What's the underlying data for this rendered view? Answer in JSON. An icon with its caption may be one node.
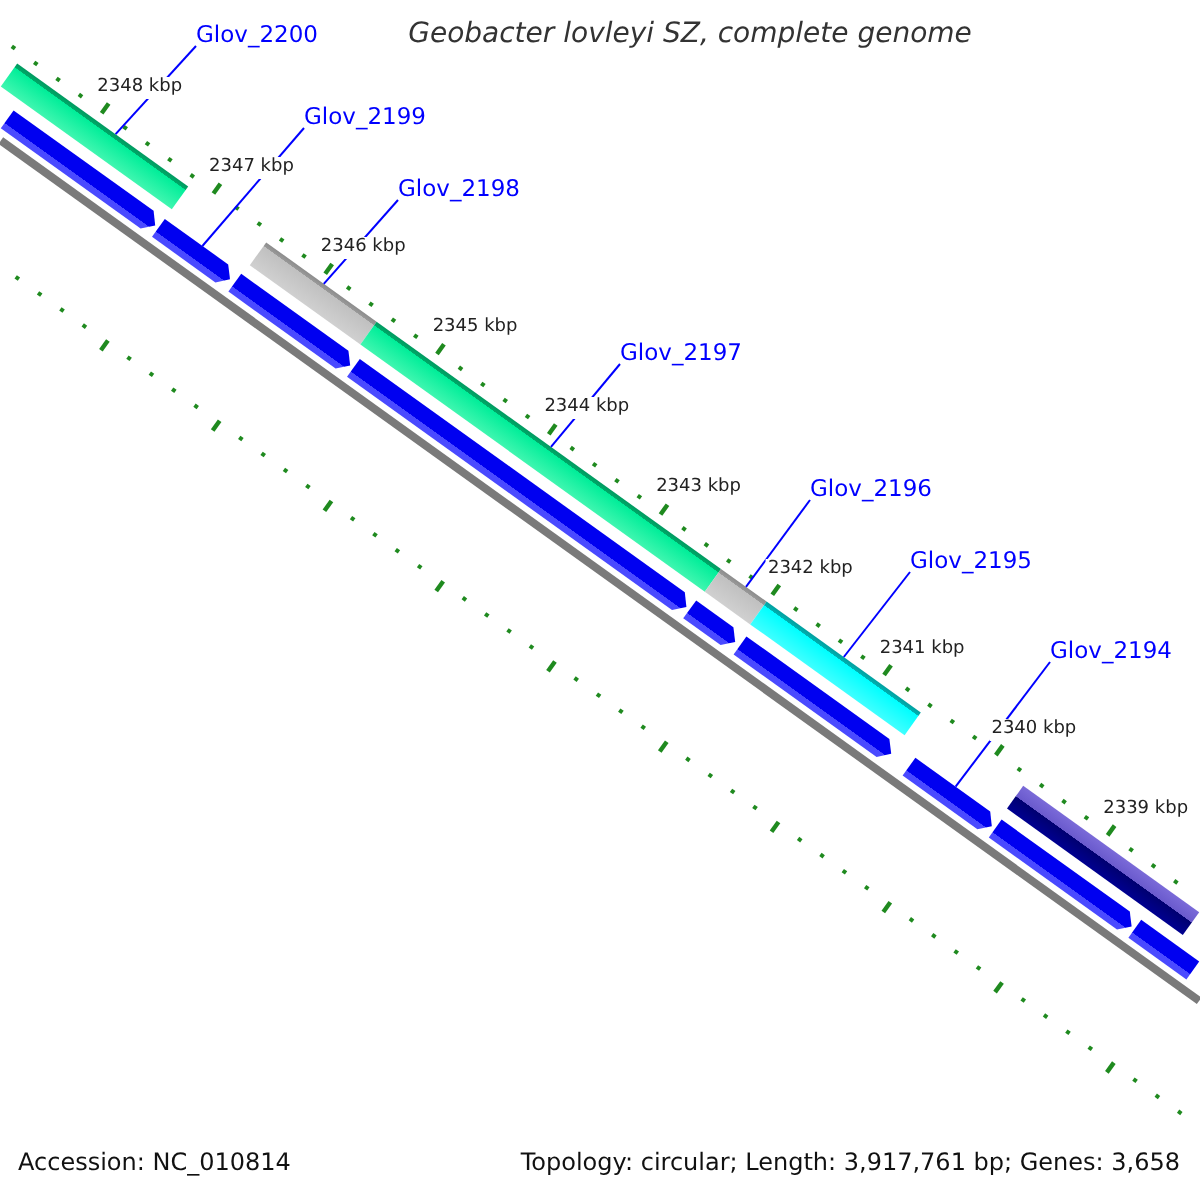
{
  "diagram": {
    "title": "Geobacter lovleyi SZ, complete genome",
    "nodes": [
      {
        "text": [
          "Glov_2200"
        ]
      },
      {
        "text": [
          "Glov_2199"
        ]
      },
      {
        "text": [
          "Glov_2198"
        ]
      },
      {
        "text": [
          "Glov_2197"
        ]
      },
      {
        "text": [
          "Glov_2196"
        ]
      },
      {
        "text": [
          "Glov_2195"
        ]
      },
      {
        "text": [
          "Glov_2194"
        ]
      },
      {
        "text": [],
        "shape": "bar"
      },
      {
        "text": [],
        "shape": "bar"
      },
      {
        "text": [],
        "shape": "bar"
      },
      {
        "text": [],
        "shape": "bar"
      },
      {
        "text": [],
        "shape": "bar"
      },
      {
        "text": [],
        "shape": "bar"
      },
      {
        "text": [],
        "shape": "bar"
      },
      {
        "text": [],
        "shape": "bar"
      },
      {
        "text": [],
        "shape": "bar"
      },
      {
        "text": [],
        "shape": "bar"
      },
      {
        "text": [],
        "shape": "bar"
      },
      {
        "text": [],
        "shape": "bar"
      },
      {
        "text": [],
        "shape": "bar"
      },
      {
        "text": [],
        "shape": "bar"
      },
      {
        "text": [],
        "shape": "bar"
      }
    ],
    "edges": [
      {
        "from": 0,
        "to": 7,
        "arrow": "none"
      },
      {
        "from": 1,
        "to": 14,
        "arrow": "none"
      },
      {
        "from": 2,
        "to": 8,
        "arrow": "none"
      },
      {
        "from": 3,
        "to": 9,
        "arrow": "none"
      },
      {
        "from": 4,
        "to": 10,
        "arrow": "none"
      },
      {
        "from": 5,
        "to": 11,
        "arrow": "none"
      },
      {
        "from": 6,
        "to": 19,
        "arrow": "none"
      }
    ],
    "labels": [
      "2348 kbp",
      "2347 kbp",
      "2346 kbp",
      "2345 kbp",
      "2344 kbp",
      "2343 kbp",
      "2342 kbp",
      "2341 kbp",
      "2340 kbp",
      "2339 kbp",
      "Accession: NC_010814",
      "Topology: circular; Length: 3,917,761 bp; Genes: 3,658"
    ]
  }
}
